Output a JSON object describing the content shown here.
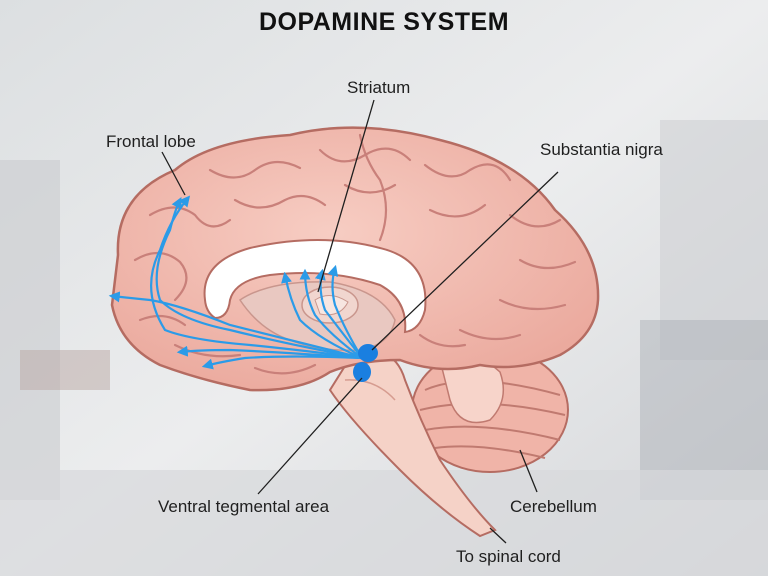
{
  "title": "DOPAMINE SYSTEM",
  "labels": {
    "striatum": "Striatum",
    "frontal_lobe": "Frontal lobe",
    "substantia_nigra": "Substantia nigra",
    "ventral_tegmental_area": "Ventral tegmental area",
    "cerebellum": "Cerebellum",
    "spinal_cord": "To spinal cord"
  },
  "colors": {
    "brain": "#f2b9ae",
    "brain_outline": "#b56c62",
    "sulci": "#c9807a",
    "pathway": "#2b9be8",
    "nucleus": "#1a7fe0",
    "corpus_callosum": "#ffffff",
    "brainstem": "#f5d2c7",
    "background": "#e7e8e9"
  }
}
